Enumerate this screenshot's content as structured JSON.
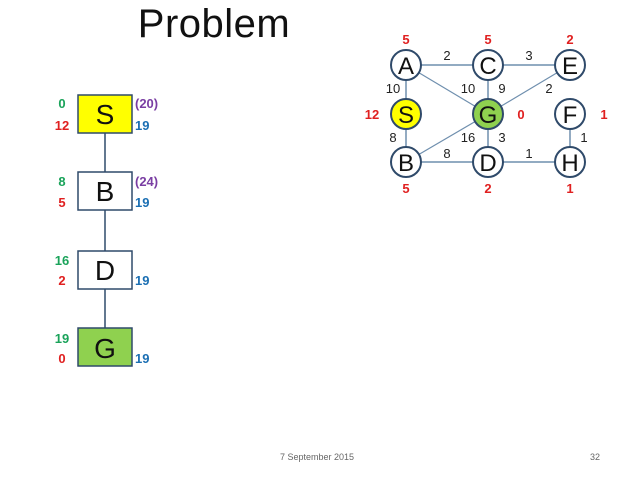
{
  "slide": {
    "title": "Problem",
    "footer_date": "7 September 2015",
    "page_number": "32"
  },
  "colors": {
    "green": "#1aa35a",
    "red": "#e02020",
    "purple": "#7a3ea3",
    "blue": "#1b6fb3",
    "node_stroke": "#2f4a6a",
    "start_fill": "#ffff00",
    "goal_fill": "#8fd14f"
  },
  "search_tree": [
    {
      "label": "S",
      "g": "0",
      "h": "12",
      "f_prev": "(20)",
      "f": "19"
    },
    {
      "label": "B",
      "g": "8",
      "h": "5",
      "f_prev": "(24)",
      "f": "19"
    },
    {
      "label": "D",
      "g": "16",
      "h": "2",
      "f_prev": "",
      "f": "19"
    },
    {
      "label": "G",
      "g": "19",
      "h": "0",
      "f_prev": "",
      "f": "19"
    }
  ],
  "graph": {
    "nodes": [
      {
        "id": "A",
        "h": "5"
      },
      {
        "id": "C",
        "h": "5"
      },
      {
        "id": "E",
        "h": "2"
      },
      {
        "id": "S",
        "h": "12"
      },
      {
        "id": "G",
        "h": "0"
      },
      {
        "id": "F",
        "h": "1"
      },
      {
        "id": "B",
        "h": "5"
      },
      {
        "id": "D",
        "h": "2"
      },
      {
        "id": "H",
        "h": "1"
      }
    ],
    "edges": [
      {
        "from": "A",
        "to": "C",
        "cost": "2"
      },
      {
        "from": "C",
        "to": "E",
        "cost": "3"
      },
      {
        "from": "A",
        "to": "S",
        "cost": "10"
      },
      {
        "from": "C",
        "to": "G",
        "cost": "9"
      },
      {
        "from": "A",
        "to": "G",
        "cost": "10"
      },
      {
        "from": "E",
        "to": "G",
        "cost": "2"
      },
      {
        "from": "S",
        "to": "B",
        "cost": "8"
      },
      {
        "from": "B",
        "to": "G",
        "cost": "16"
      },
      {
        "from": "G",
        "to": "D",
        "cost": "3"
      },
      {
        "from": "B",
        "to": "D",
        "cost": "8"
      },
      {
        "from": "D",
        "to": "H",
        "cost": "1"
      },
      {
        "from": "F",
        "to": "H",
        "cost": "1"
      }
    ]
  }
}
